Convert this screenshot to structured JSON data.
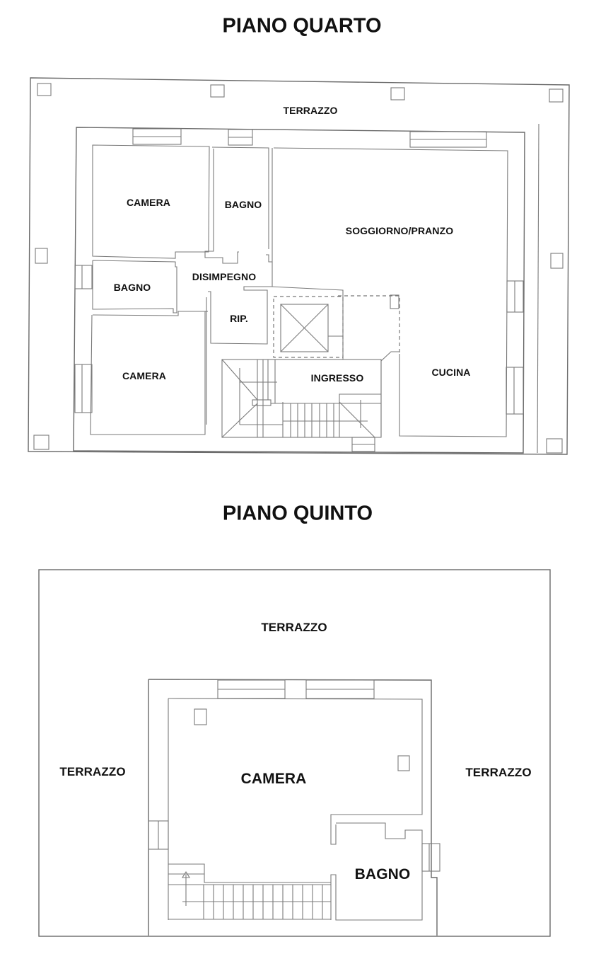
{
  "floor4": {
    "title": "PIANO QUARTO",
    "rooms": {
      "terrazzo": "TERRAZZO",
      "camera_top": "CAMERA",
      "bagno_top": "BAGNO",
      "soggiorno": "SOGGIORNO/PRANZO",
      "disimpegno": "DISIMPEGNO",
      "bagno_left": "BAGNO",
      "ripostiglio": "RIP.",
      "camera_bottom": "CAMERA",
      "ingresso": "INGRESSO",
      "cucina": "CUCINA"
    }
  },
  "floor5": {
    "title": "PIANO QUINTO",
    "rooms": {
      "terrazzo_top": "TERRAZZO",
      "terrazzo_left": "TERRAZZO",
      "terrazzo_right": "TERRAZZO",
      "camera": "CAMERA",
      "bagno": "BAGNO"
    }
  },
  "colors": {
    "line": "#6a6a6a",
    "text": "#111111",
    "background": "#ffffff"
  }
}
